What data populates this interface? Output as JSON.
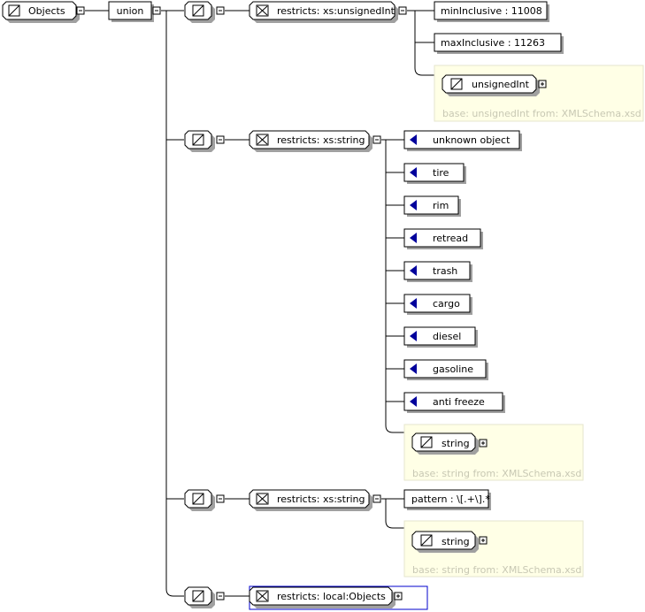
{
  "diagram": {
    "root": {
      "label": "Objects"
    },
    "union": {
      "label": "union"
    },
    "groups": [
      {
        "restriction": "restricts: xs:unsignedInt",
        "facets": [
          "minInclusive : 11008",
          "maxInclusive : 11263"
        ],
        "base_type": "unsignedInt",
        "base_note": "base: unsignedInt from: XMLSchema.xsd"
      },
      {
        "restriction": "restricts: xs:string",
        "enumerations": [
          "unknown object",
          "tire",
          "rim",
          "retread",
          "trash",
          "cargo",
          "diesel",
          "gasoline",
          "anti freeze"
        ],
        "base_type": "string",
        "base_note": "base: string from: XMLSchema.xsd"
      },
      {
        "restriction": "restricts: xs:string",
        "facets": [
          "pattern : \\[.+\\].*"
        ],
        "base_type": "string",
        "base_note": "base: string from: XMLSchema.xsd"
      },
      {
        "restriction": "restricts: local:Objects"
      }
    ]
  },
  "colors": {
    "enum_marker": "#00009c",
    "annotation_bg": "#ffffe6",
    "annotation_border": "#e6e6cd",
    "annotation_text": "#c8c8b4",
    "selection_border": "#0000cc",
    "shadow": "#a0a0a0"
  },
  "icons": {
    "simple_type": "simple-type-icon",
    "restriction": "restriction-icon",
    "collapse": "collapse-toggle-icon",
    "expand": "expand-toggle-icon",
    "enumeration": "enumeration-marker-icon"
  }
}
